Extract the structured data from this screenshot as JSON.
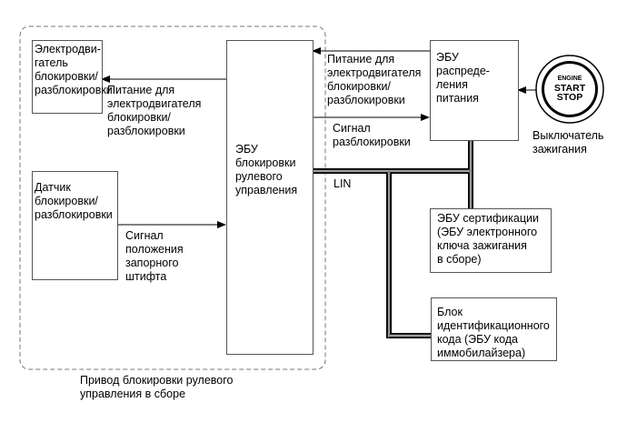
{
  "assembly_label": "Привод блокировки рулевого\nуправления в сборе",
  "boxes": {
    "motor": "Электродви-\nгатель\nблокировки/\nразблокировки",
    "sensor": "Датчик\nблокировки/\nразблокировки",
    "steering_ecu": "ЭБУ\nблокировки\nрулевого\nуправления",
    "power_ecu": "ЭБУ\nраспреде-\nления\nпитания",
    "cert_ecu": "ЭБУ сертификации\n(ЭБУ электронного\nключа зажигания\nв сборе)",
    "id_block": "Блок\nидентификационного\nкода (ЭБУ кода\nиммобилайзера)"
  },
  "signals": {
    "power_to_steering": "Питание для\nэлектродвигателя\nблокировки/\nразблокировки",
    "power_to_motor": "Питание для\nэлектродвигателя\nблокировки/\nразблокировки",
    "unlock_signal": "Сигнал\nразблокировки",
    "pin_position": "Сигнал\nположения\nзапорного\nштифта",
    "lin": "LIN"
  },
  "ignition_switch": {
    "top": "ENGINE",
    "mid": "START",
    "bottom": "STOP",
    "caption": "Выключатель\nзажигания"
  }
}
